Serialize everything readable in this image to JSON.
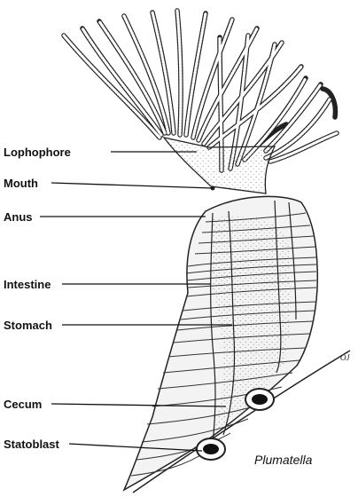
{
  "labels": {
    "lophophore": "Lophophore",
    "mouth": "Mouth",
    "anus": "Anus",
    "intestine": "Intestine",
    "stomach": "Stomach",
    "cecum": "Cecum",
    "statoblast": "Statoblast"
  },
  "caption": "Plumatella",
  "artist_mark": "OJ"
}
